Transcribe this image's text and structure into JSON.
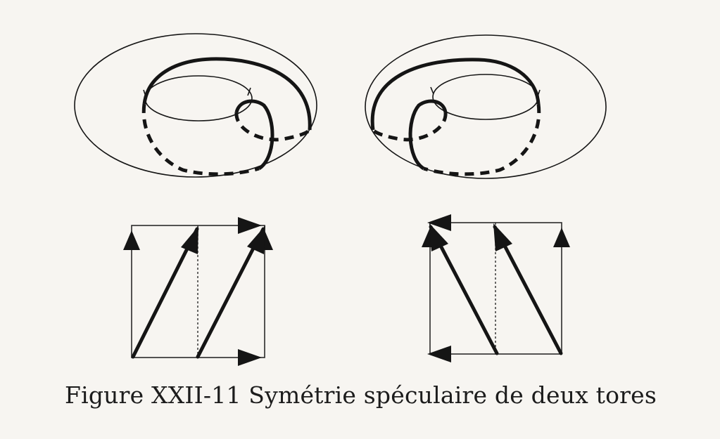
{
  "caption": "Figure XXII-11 Symétrie spéculaire de deux tores",
  "colors": {
    "background": "#f7f5f1",
    "ink": "#151515",
    "thin_line": "#2b2b2b"
  },
  "panels": [
    {
      "name": "torus-left",
      "kind": "torus",
      "handedness": "right"
    },
    {
      "name": "torus-right",
      "kind": "torus",
      "handedness": "left"
    },
    {
      "name": "square-left",
      "kind": "square-diagram",
      "arrow_direction": "up-right"
    },
    {
      "name": "square-right",
      "kind": "square-diagram",
      "arrow_direction": "up-left"
    }
  ]
}
